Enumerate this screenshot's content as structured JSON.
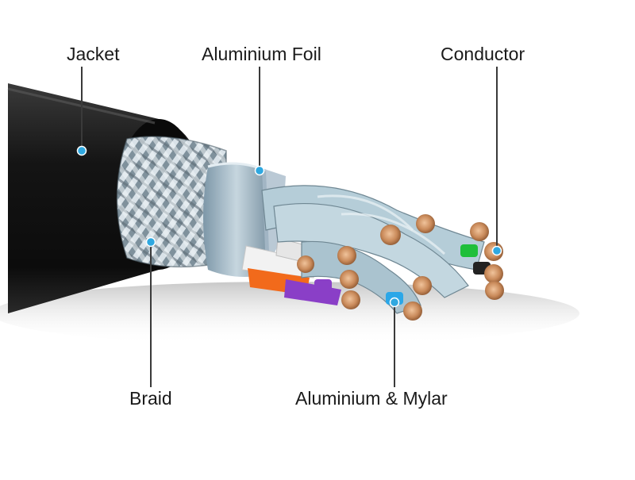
{
  "labels": {
    "jacket": "Jacket",
    "aluminium_foil": "Aluminium Foil",
    "conductor": "Conductor",
    "braid": "Braid",
    "aluminium_mylar": "Aluminium & Mylar"
  },
  "colors": {
    "jacket": "#141414",
    "foil": "#9fb6c4",
    "braid": "#c9d4dc",
    "copper": "#c98a5a",
    "leader_line": "#3a3a3a",
    "marker_dot": "#2fa8e0",
    "wire_orange": "#f26a1b",
    "wire_purple": "#8a3fc7",
    "wire_green": "#1fbf3a",
    "wire_blue": "#2aa7e8",
    "wire_white": "#f2f2f2",
    "wire_black": "#222222"
  }
}
